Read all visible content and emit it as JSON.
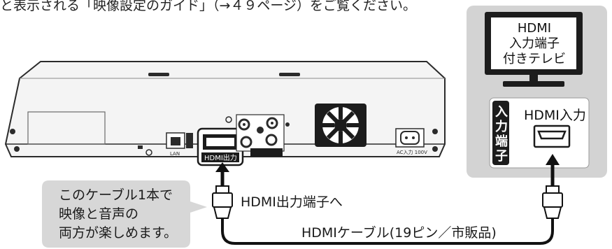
{
  "header": {
    "partial_text": "と表示される「映像設定のガイド」（→４９ページ）をご覧ください。"
  },
  "tv": {
    "label_lines": [
      "HDMI",
      "入力端子",
      "付きテレビ"
    ]
  },
  "tv_input": {
    "vertical_label": [
      "入",
      "力",
      "端",
      "子"
    ],
    "port_label": "HDMI入力"
  },
  "recorder": {
    "hdmi_port_label": "HDMI出力",
    "lan_label": "LAN",
    "ac_label": "AC入力 100V"
  },
  "callout": {
    "lines": [
      "このケーブル1本で",
      "映像と音声の",
      "両方が楽しめます。"
    ]
  },
  "labels": {
    "port_arrow": "HDMI出力端子へ",
    "cable": "HDMIケーブル(19ピン／市販品)"
  },
  "colors": {
    "panel_gray": "#d3d3d3",
    "callout_gray": "#d7d7d7",
    "device_dark": "#1c1c1c",
    "cable_black": "#111111"
  },
  "icons": {
    "tv": "tv-icon",
    "hdmi_port": "hdmi-port-icon",
    "hdmi_plug": "hdmi-plug-icon",
    "arrow_up": "arrow-up-icon",
    "fan": "fan-vent-icon"
  }
}
